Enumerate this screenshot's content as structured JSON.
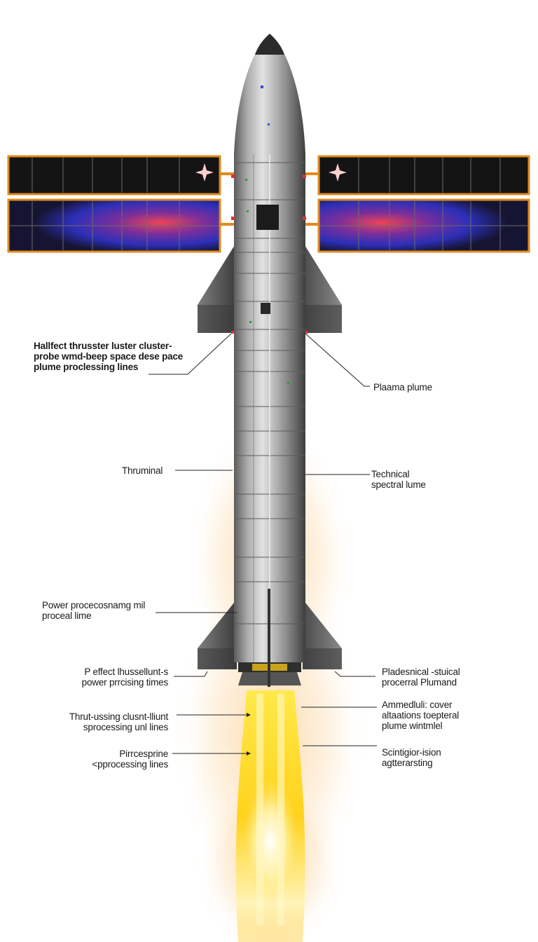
{
  "labels": {
    "hall_effect": "Hallfect thrusster luster cluster-\nprobe wmd-beep space dese pace\nplume proclessing lines",
    "plasma_plume": "Plaama plume",
    "thruminal": "Thruminal",
    "technical": "Technical\nspectral lume",
    "power_proc": "Power procecosnamg mil\nproceal lime",
    "p_effect": "P effect lhussellunt-s\npower prrcising times",
    "pladestnical": "Pladesnical -stuical\nprocerral Plumand",
    "thrut": "Thrut-ussing clusnt-lliunt\nsprocessing unl lines",
    "ammedluli": "Ammedluli: cover\naltaations toepteral\nplume wintmlel",
    "pirrcesprine": "Pirrcesprine\n<pprocessing lines",
    "scintigior": "Scintigior-ision\nagtterarsting"
  },
  "colors": {
    "panel_frame": "#e08a1c",
    "panel_dark": "#141414",
    "panel_glow_blue": "#3a3adb",
    "panel_glow_red": "#e8364a",
    "hull_light": "#d8d8d8",
    "hull_dark": "#4a4a4a",
    "flame_core": "#fff7b0",
    "flame_outer": "#f5a623"
  }
}
